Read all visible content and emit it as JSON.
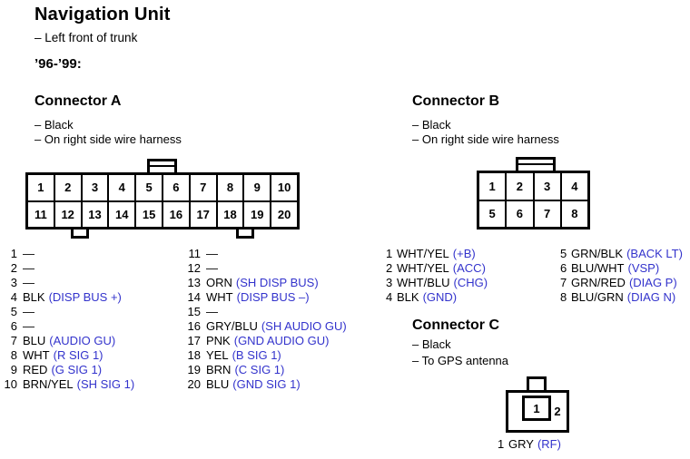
{
  "page": {
    "title": "Navigation Unit",
    "location_note": "– Left front of trunk",
    "years_label": "’96-’99:"
  },
  "colors": {
    "background": "#ffffff",
    "text_black": "#000000",
    "signal_blue": "#3333cc"
  },
  "connector_a": {
    "title": "Connector A",
    "note_color": "– Black",
    "note_location": "– On right side wire harness",
    "grid": {
      "row1": [
        "1",
        "2",
        "3",
        "4",
        "5",
        "6",
        "7",
        "8",
        "9",
        "10"
      ],
      "row2": [
        "11",
        "12",
        "13",
        "14",
        "15",
        "16",
        "17",
        "18",
        "19",
        "20"
      ]
    },
    "pins_col1": [
      {
        "num": "1",
        "wire": "—",
        "signal": ""
      },
      {
        "num": "2",
        "wire": "—",
        "signal": ""
      },
      {
        "num": "3",
        "wire": "—",
        "signal": ""
      },
      {
        "num": "4",
        "wire": "BLK",
        "signal": "(DISP BUS +)"
      },
      {
        "num": "5",
        "wire": "—",
        "signal": ""
      },
      {
        "num": "6",
        "wire": "—",
        "signal": ""
      },
      {
        "num": "7",
        "wire": "BLU",
        "signal": "(AUDIO GU)"
      },
      {
        "num": "8",
        "wire": "WHT",
        "signal": "(R SIG 1)"
      },
      {
        "num": "9",
        "wire": "RED",
        "signal": "(G SIG 1)"
      },
      {
        "num": "10",
        "wire": "BRN/YEL",
        "signal": "(SH SIG 1)"
      }
    ],
    "pins_col2": [
      {
        "num": "11",
        "wire": "—",
        "signal": ""
      },
      {
        "num": "12",
        "wire": "—",
        "signal": ""
      },
      {
        "num": "13",
        "wire": "ORN",
        "signal": "(SH DISP BUS)"
      },
      {
        "num": "14",
        "wire": "WHT",
        "signal": "(DISP BUS –)"
      },
      {
        "num": "15",
        "wire": "—",
        "signal": ""
      },
      {
        "num": "16",
        "wire": "GRY/BLU",
        "signal": "(SH AUDIO GU)"
      },
      {
        "num": "17",
        "wire": "PNK",
        "signal": "(GND AUDIO GU)"
      },
      {
        "num": "18",
        "wire": "YEL",
        "signal": "(B SIG 1)"
      },
      {
        "num": "19",
        "wire": "BRN",
        "signal": "(C SIG 1)"
      },
      {
        "num": "20",
        "wire": "BLU",
        "signal": "(GND SIG 1)"
      }
    ]
  },
  "connector_b": {
    "title": "Connector B",
    "note_color": "– Black",
    "note_location": "– On right side wire harness",
    "grid": {
      "row1": [
        "1",
        "2",
        "3",
        "4"
      ],
      "row2": [
        "5",
        "6",
        "7",
        "8"
      ]
    },
    "pins_col1": [
      {
        "num": "1",
        "wire": "WHT/YEL",
        "signal": "(+B)"
      },
      {
        "num": "2",
        "wire": "WHT/YEL",
        "signal": "(ACC)"
      },
      {
        "num": "3",
        "wire": "WHT/BLU",
        "signal": "(CHG)"
      },
      {
        "num": "4",
        "wire": "BLK",
        "signal": "(GND)"
      }
    ],
    "pins_col2": [
      {
        "num": "5",
        "wire": "GRN/BLK",
        "signal": "(BACK LT)"
      },
      {
        "num": "6",
        "wire": "BLU/WHT",
        "signal": "(VSP)"
      },
      {
        "num": "7",
        "wire": "GRN/RED",
        "signal": "(DIAG P)"
      },
      {
        "num": "8",
        "wire": "BLU/GRN",
        "signal": "(DIAG N)"
      }
    ]
  },
  "connector_c": {
    "title": "Connector C",
    "note_color": "– Black",
    "note_location": "– To GPS antenna",
    "cell1": "1",
    "cell2": "2",
    "pin": {
      "num": "1",
      "wire": "GRY",
      "signal": "(RF)"
    }
  }
}
